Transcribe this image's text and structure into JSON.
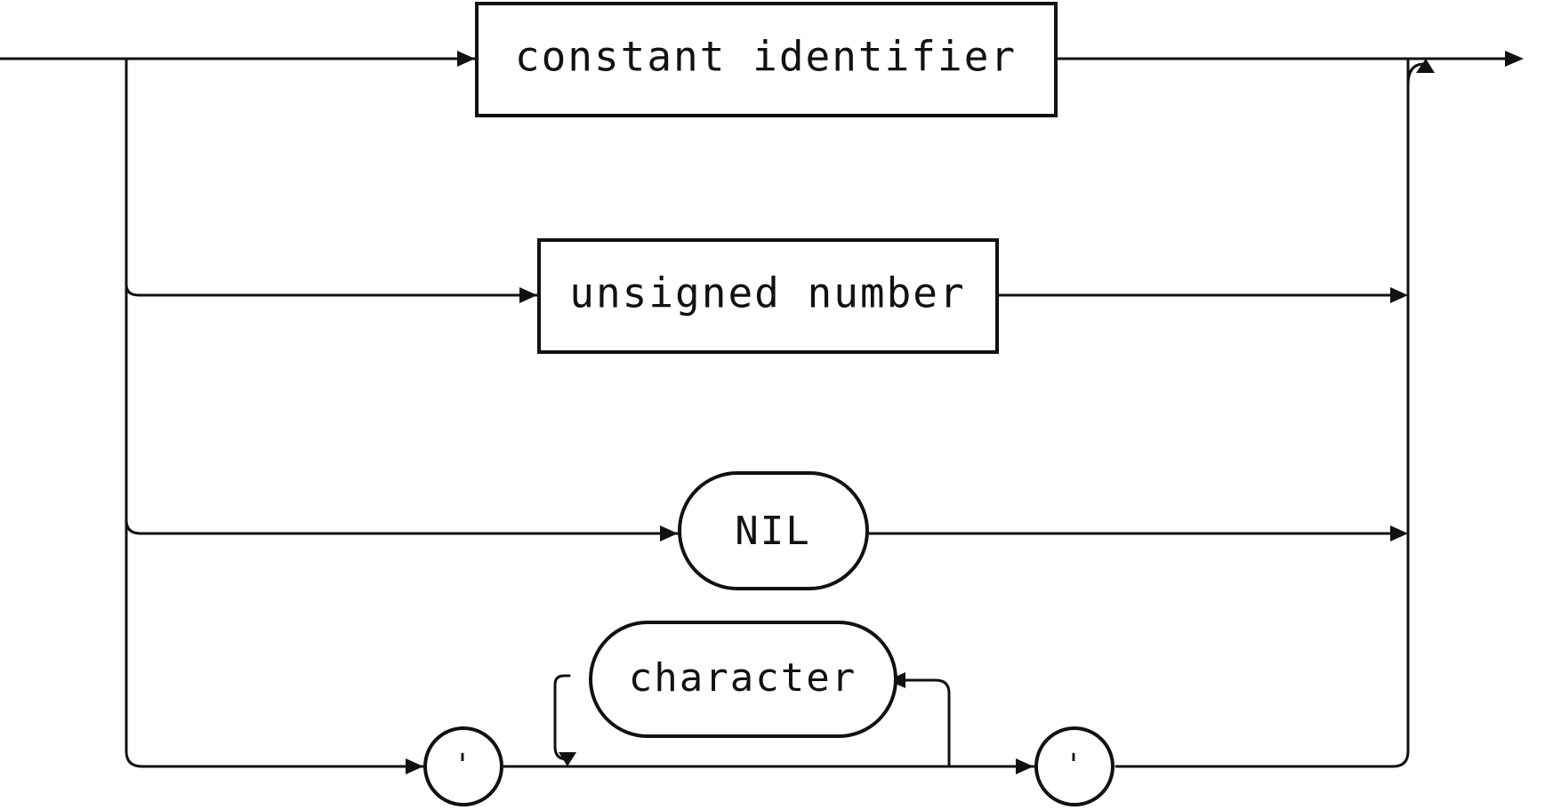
{
  "nodes": {
    "constant_identifier": "constant identifier",
    "unsigned_number": "unsigned number",
    "nil": "NIL",
    "character": "character",
    "quote_open": "'",
    "quote_close": "'"
  }
}
